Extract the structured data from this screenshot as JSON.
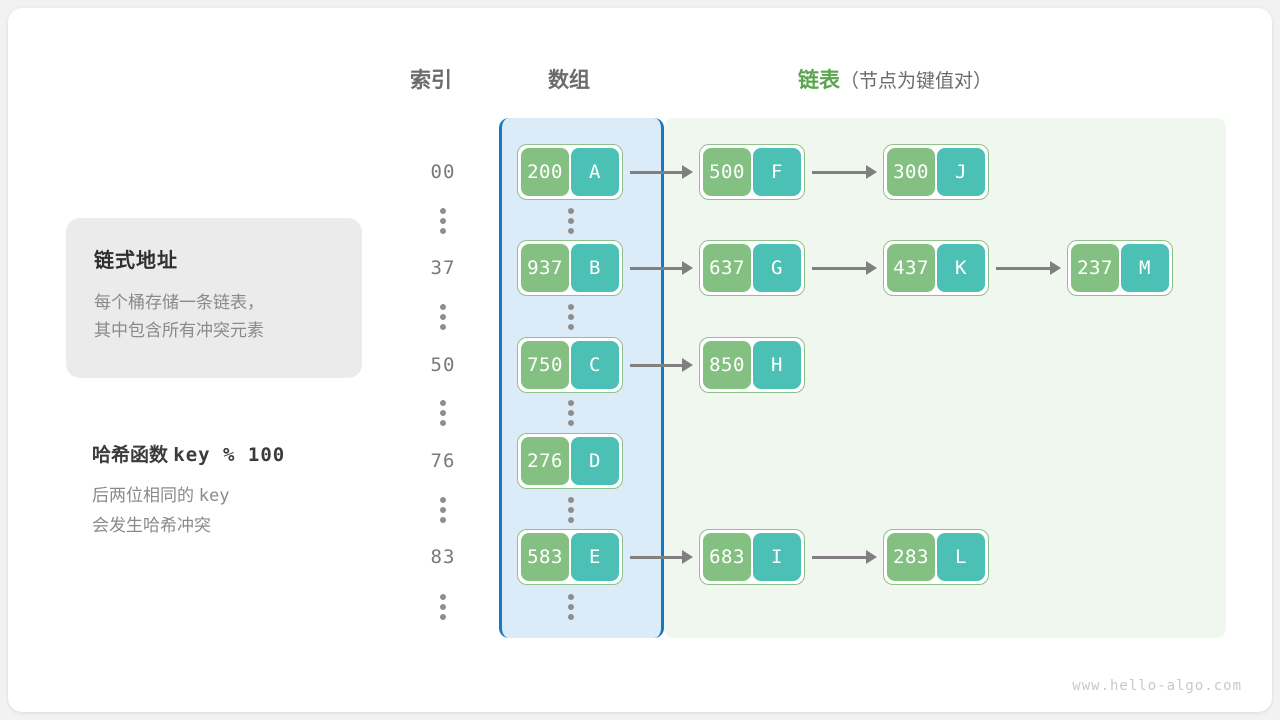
{
  "headers": {
    "index": "索引",
    "array": "数组",
    "list_main": "链表",
    "list_sub": "（节点为键值对）"
  },
  "callout": {
    "title": "链式地址",
    "line1": "每个桶存储一条链表，",
    "line2": "其中包含所有冲突元素"
  },
  "hash_note": {
    "title_label": "哈希函数",
    "title_expr": "key % 100",
    "line1_a": "后两位相同的 ",
    "line1_b": "key",
    "line2": "会发生哈希冲突"
  },
  "colors": {
    "key_cell": "#84c081",
    "value_cell": "#4cc0b4",
    "node_border": "#8fc18a",
    "array_band": "#dcebf8",
    "array_border": "#1479c4",
    "chain_band": "#f0f7ef",
    "accent_green": "#5aa64f",
    "arrow": "#808080"
  },
  "rows": [
    {
      "index": "00",
      "bucket": {
        "key": "200",
        "value": "A"
      },
      "chain": [
        {
          "key": "500",
          "value": "F"
        },
        {
          "key": "300",
          "value": "J"
        }
      ]
    },
    {
      "index": "37",
      "bucket": {
        "key": "937",
        "value": "B"
      },
      "chain": [
        {
          "key": "637",
          "value": "G"
        },
        {
          "key": "437",
          "value": "K"
        },
        {
          "key": "237",
          "value": "M"
        }
      ]
    },
    {
      "index": "50",
      "bucket": {
        "key": "750",
        "value": "C"
      },
      "chain": [
        {
          "key": "850",
          "value": "H"
        }
      ]
    },
    {
      "index": "76",
      "bucket": {
        "key": "276",
        "value": "D"
      },
      "chain": []
    },
    {
      "index": "83",
      "bucket": {
        "key": "583",
        "value": "E"
      },
      "chain": [
        {
          "key": "683",
          "value": "I"
        },
        {
          "key": "283",
          "value": "L"
        }
      ]
    }
  ],
  "ellipsis_count": 6,
  "watermark": "www.hello-algo.com"
}
